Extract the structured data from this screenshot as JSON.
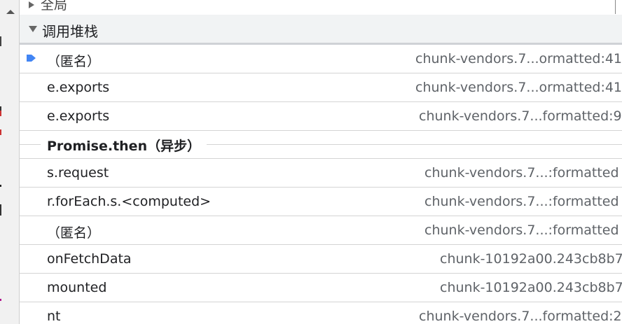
{
  "scope_section": {
    "label": "全局"
  },
  "call_stack": {
    "title": "调用堆栈",
    "frames": [
      {
        "function": "（匿名）",
        "source": "chunk-vendors.7...ormatted:41",
        "current": true
      },
      {
        "function": "e.exports",
        "source": "chunk-vendors.7...ormatted:41"
      },
      {
        "function": "e.exports",
        "source": "chunk-vendors.7...formatted:9"
      },
      {
        "async_separator": "Promise.then（异步）"
      },
      {
        "function": "s.request",
        "source": "chunk-vendors.7...:formatted"
      },
      {
        "function": "r.forEach.s.<computed>",
        "source": "chunk-vendors.7...:formatted"
      },
      {
        "function": "（匿名）",
        "source": "chunk-vendors.7...:formatted"
      },
      {
        "function": "onFetchData",
        "source": "chunk-10192a00.243cb8b7"
      },
      {
        "function": "mounted",
        "source": "chunk-10192a00.243cb8b7"
      },
      {
        "function": "nt",
        "source": "chunk-vendors.7...formatted:2"
      }
    ]
  },
  "colors": {
    "current_frame_arrow": "#4285f4",
    "section_bg": "#f1f3f4"
  },
  "icons": {
    "current_frame": "arrow-right-icon",
    "expand": "triangle-down-icon",
    "collapsed": "triangle-right-icon"
  }
}
